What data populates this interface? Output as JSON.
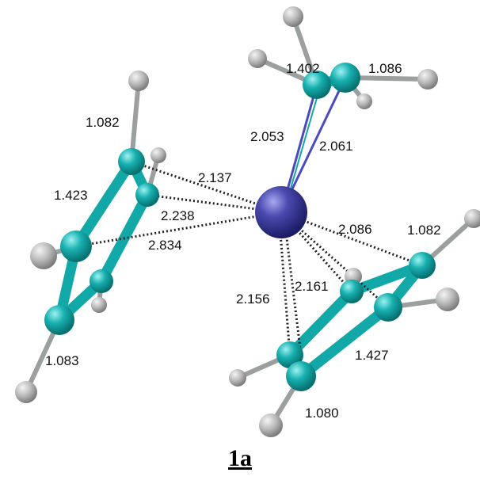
{
  "colors": {
    "carbon": "#13a8a8",
    "hydrogen": "#b4b4b4",
    "metal": "#3a3a9a",
    "contact": "#222222"
  },
  "caption": "1a",
  "labels": {
    "d_ethylene_cc": "1.402",
    "d_ethylene_ch": "1.086",
    "d_metal_c1": "2.053",
    "d_metal_c2": "2.061",
    "d_left_ch_top": "1.082",
    "d_left_cc": "1.423",
    "d_contact_1": "2.137",
    "d_contact_2": "2.238",
    "d_contact_3": "2.834",
    "d_right_contact": "2.086",
    "d_right_ch_top": "1.082",
    "d_right_contact_2": "2.161",
    "d_right_contact_3": "2.156",
    "d_right_cc": "1.427",
    "d_left_ch_bottom": "1.083",
    "d_right_ch_bottom": "1.080"
  }
}
